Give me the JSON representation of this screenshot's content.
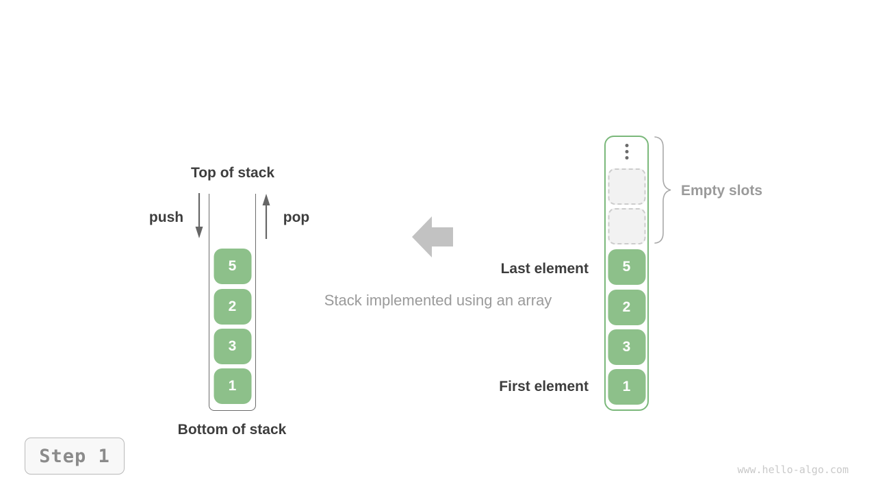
{
  "stack": {
    "top_label": "Top of stack",
    "bottom_label": "Bottom of stack",
    "push_label": "push",
    "pop_label": "pop",
    "elements": [
      "5",
      "2",
      "3",
      "1"
    ]
  },
  "array": {
    "elements": [
      "5",
      "2",
      "3",
      "1"
    ],
    "empty_slots_count": 2,
    "empty_slots_label": "Empty slots",
    "last_element_label": "Last element",
    "first_element_label": "First element"
  },
  "center": {
    "caption": "Stack implemented using an array"
  },
  "footer": {
    "step_label": "Step 1",
    "watermark": "www.hello-algo.com"
  },
  "icons": {
    "push": "arrow-down-icon",
    "pop": "arrow-up-icon",
    "direction": "arrow-left-icon",
    "hidden_items": "vertical-ellipsis-icon",
    "empty_range": "curly-brace-icon"
  },
  "colors": {
    "element_green": "#8dc08a",
    "array_border_green": "#7ab87a",
    "dark_text": "#3d3d3d",
    "muted_text": "#9a9a9a",
    "big_arrow_gray": "#c2c2c2",
    "slot_bg": "#f2f2f2"
  }
}
